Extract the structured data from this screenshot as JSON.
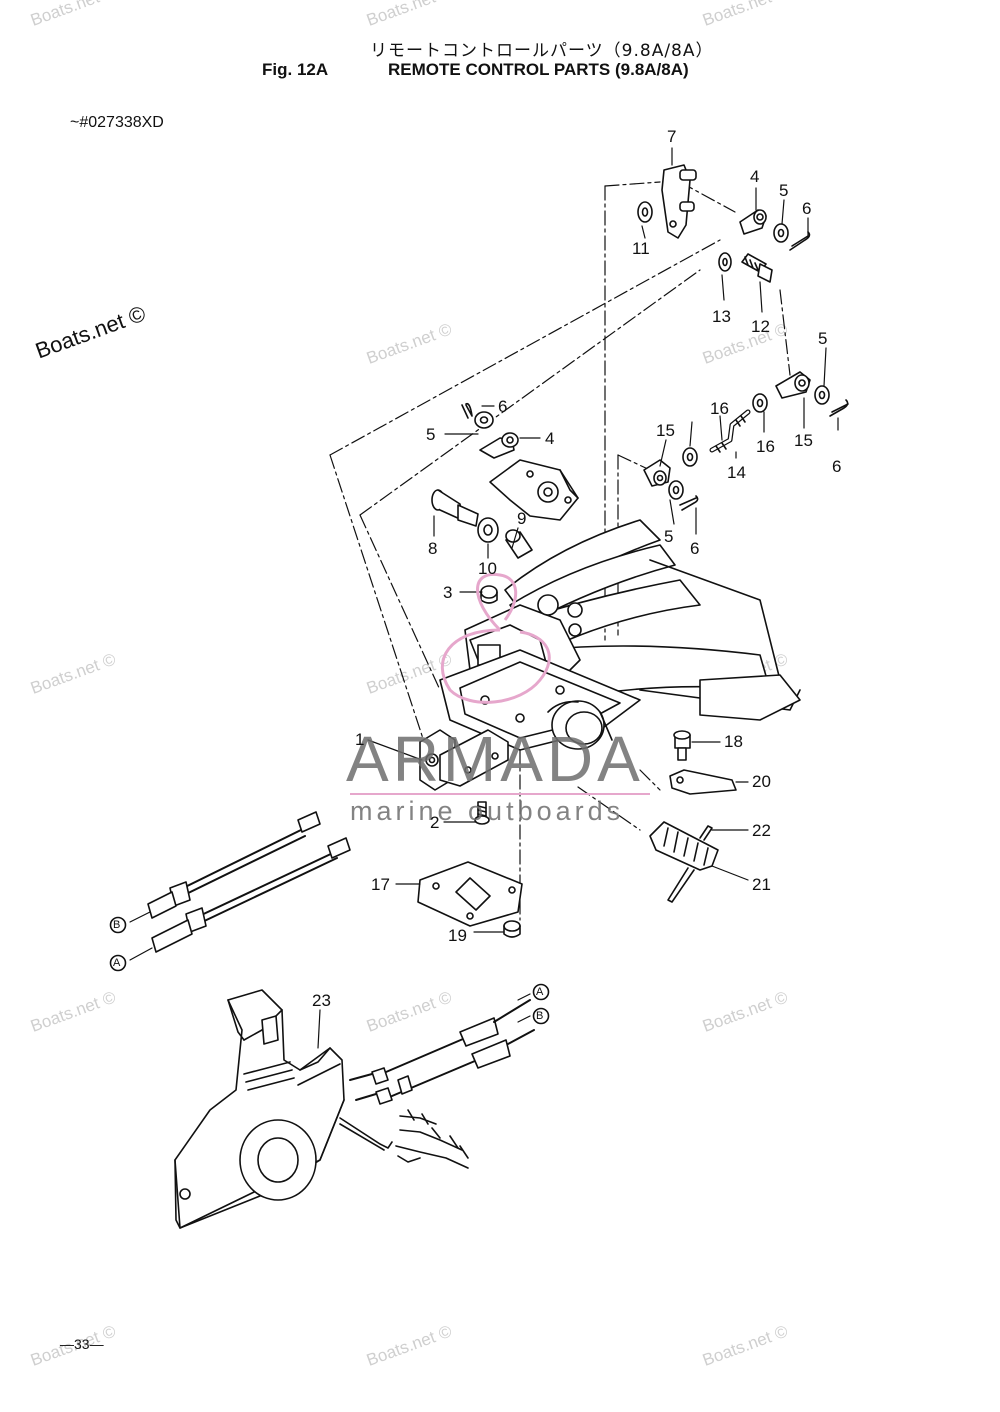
{
  "header": {
    "title_jp": "リモートコントロールパーツ（9.8A/8A）",
    "fig_no": "Fig. 12A",
    "title": "REMOTE CONTROL PARTS (9.8A/8A)"
  },
  "serial_range": "~#027338XD",
  "page_number": "—33—",
  "watermarks": {
    "text": "Boats.net ©",
    "brand_name": "ARMADA",
    "brand_tagline": "marine outboards"
  },
  "callouts": {
    "c1": "1",
    "c2": "2",
    "c3": "3",
    "c4a": "4",
    "c4b": "4",
    "c5a": "5",
    "c5b": "5",
    "c5c": "5",
    "c5d": "5",
    "c6a": "6",
    "c6b": "6",
    "c6c": "6",
    "c6d": "6",
    "c7": "7",
    "c8": "8",
    "c9": "9",
    "c10": "10",
    "c11": "11",
    "c12": "12",
    "c13": "13",
    "c14": "14",
    "c15a": "15",
    "c15b": "15",
    "c16a": "16",
    "c16b": "16",
    "c17": "17",
    "c18": "18",
    "c19": "19",
    "c20": "20",
    "c21": "21",
    "c22": "22",
    "c23": "23"
  },
  "cable_ends": {
    "a1": "A",
    "b1": "B",
    "a2": "A",
    "b2": "B"
  }
}
